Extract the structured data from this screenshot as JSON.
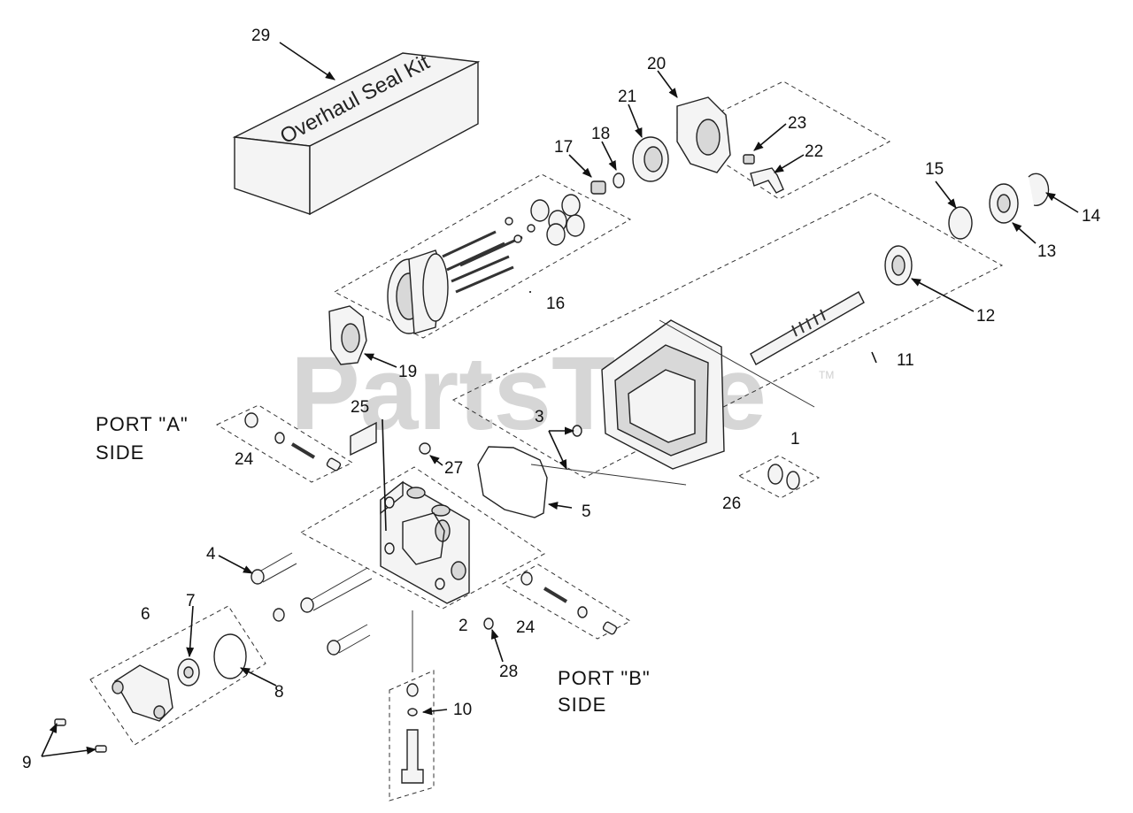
{
  "watermark": {
    "text": "PartsTree",
    "tm": "TM"
  },
  "kit_label": "Overhaul Seal Kit",
  "port_a": {
    "line1": "PORT \"A\"",
    "line2": "SIDE"
  },
  "port_b": {
    "line1": "PORT \"B\"",
    "line2": "SIDE"
  },
  "callouts": {
    "c1": "1",
    "c2": "2",
    "c3": "3",
    "c4": "4",
    "c5": "5",
    "c6": "6",
    "c7": "7",
    "c8": "8",
    "c9": "9",
    "c10": "10",
    "c11": "11",
    "c12": "12",
    "c13": "13",
    "c14": "14",
    "c15": "15",
    "c16": "16",
    "c17": "17",
    "c18": "18",
    "c19": "19",
    "c20": "20",
    "c21": "21",
    "c22": "22",
    "c23": "23",
    "c24a": "24",
    "c24b": "24",
    "c25": "25",
    "c26": "26",
    "c27": "27",
    "c28": "28",
    "c29": "29"
  },
  "colors": {
    "line": "#222222",
    "watermark": "#d6d6d6",
    "background": "#ffffff"
  }
}
